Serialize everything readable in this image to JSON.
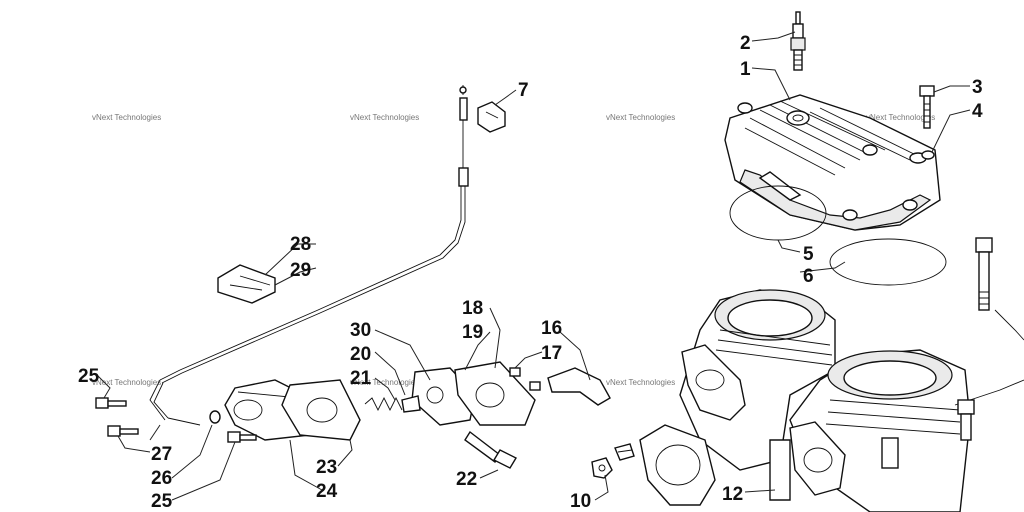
{
  "watermark": "vNext Technologies",
  "callouts": [
    "1",
    "2",
    "3",
    "4",
    "5",
    "6",
    "7",
    "10",
    "12",
    "16",
    "17",
    "18",
    "19",
    "20",
    "21",
    "22",
    "23",
    "24",
    "25",
    "26",
    "27",
    "28",
    "29",
    "30"
  ]
}
